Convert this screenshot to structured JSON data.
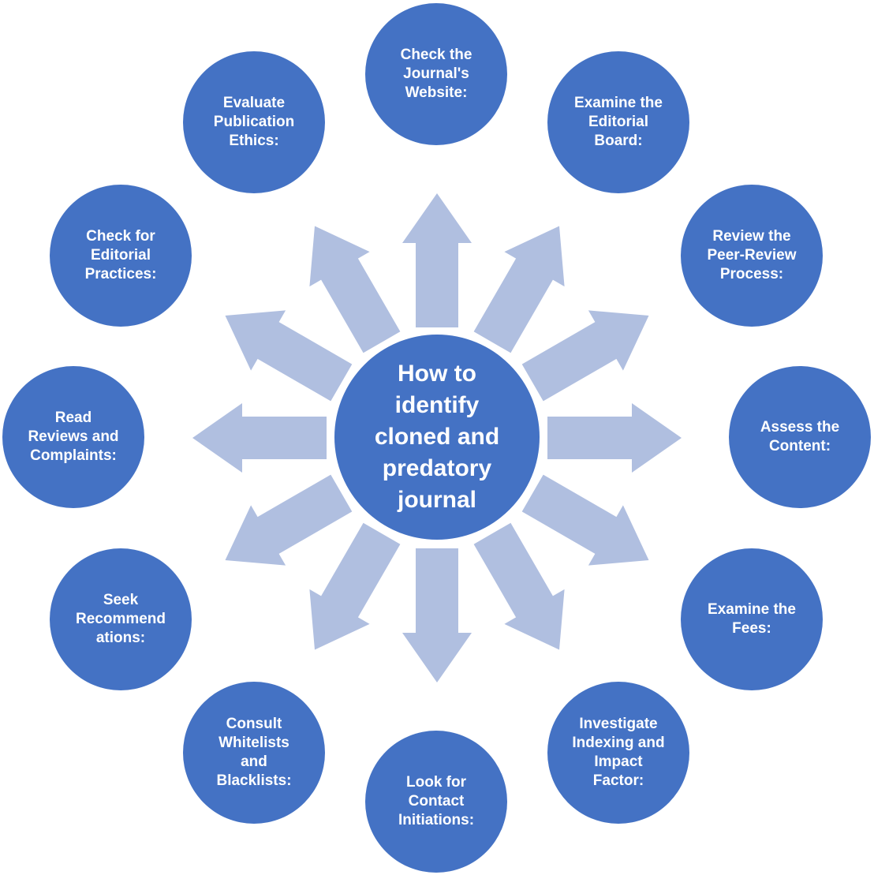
{
  "center": {
    "label": "How to\nidentify\ncloned and\npredatory\njournal"
  },
  "steps": [
    {
      "label": "Check the\nJournal's\nWebsite:"
    },
    {
      "label": "Examine the\nEditorial\nBoard:"
    },
    {
      "label": "Review the\nPeer-Review\nProcess:"
    },
    {
      "label": "Assess the\nContent:"
    },
    {
      "label": "Examine the\nFees:"
    },
    {
      "label": "Investigate\nIndexing and\nImpact\nFactor:"
    },
    {
      "label": "Look for\nContact\nInitiations:"
    },
    {
      "label": "Consult\nWhitelists\nand\nBlacklists:"
    },
    {
      "label": "Seek\nRecommend\nations:"
    },
    {
      "label": "Read\nReviews and\nComplaints:"
    },
    {
      "label": "Check for\nEditorial\nPractices:"
    },
    {
      "label": "Evaluate\nPublication\nEthics:"
    }
  ],
  "colors": {
    "node_fill": "#4472c4",
    "arrow_fill": "#b0bfe0",
    "text": "#ffffff"
  }
}
